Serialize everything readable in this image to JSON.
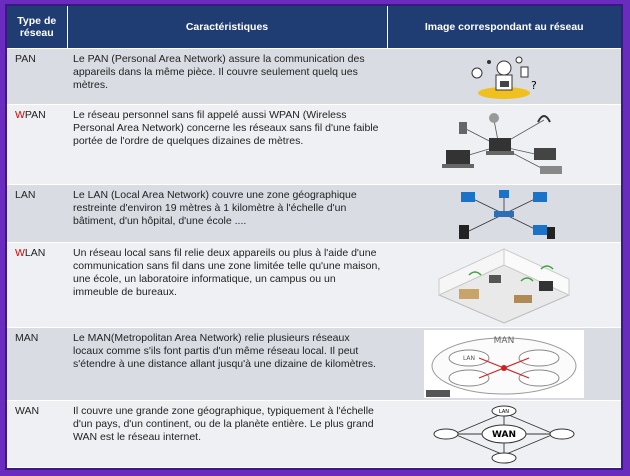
{
  "headers": {
    "type": "Type de réseau",
    "characteristics": "Caractéristiques",
    "image": "Image correspondant au réseau"
  },
  "rows": [
    {
      "type_prefix": "",
      "type_rest": "PAN",
      "description": "Le PAN (Personal Area Network) assure la communication des appareils dans la même pièce. Il couvre seulement quelq ues mètres."
    },
    {
      "type_prefix": "W",
      "type_rest": "PAN",
      "description": "Le réseau personnel sans fil appelé aussi WPAN (Wireless Personal Area Network) concerne les réseaux sans fil d'une faible portée de l'ordre de quelques dizaines de mètres."
    },
    {
      "type_prefix": "",
      "type_rest": "LAN",
      "description": "Le LAN (Local Area Network) couvre une zone géographique restreinte d'environ 19 mètres à 1 kilomètre à l'échelle d'un bâtiment, d'un hôpital, d'une école ...."
    },
    {
      "type_prefix": "W",
      "type_rest": "LAN",
      "description": "Un réseau local sans fil relie deux appareils ou plus à l'aide d'une communication sans fil dans une zone limitée telle qu'une maison, une école, un laboratoire informatique, un campus ou un immeuble de bureaux."
    },
    {
      "type_prefix": "",
      "type_rest": "MAN",
      "description": "Le MAN(Metropolitan Area Network) relie plusieurs réseaux locaux comme s'ils font partis d'un même réseau local. Il peut s'étendre à une distance allant jusqu'à une dizaine de kilomètres."
    },
    {
      "type_prefix": "",
      "type_rest": "WAN",
      "description": "Il couvre une grande zone géographique, typiquement à l'échelle d'un pays, d'un continent, ou de la planète entière. Le plus grand WAN est le réseau internet."
    }
  ],
  "diagram_labels": {
    "man_title": "MAN",
    "man_lan": "LAN",
    "wan_center": "WAN",
    "wan_node": "LAN"
  },
  "colors": {
    "header_bg": "#1f3d73",
    "accent_red": "#e00000",
    "page_bg": "#6a2bbf"
  }
}
